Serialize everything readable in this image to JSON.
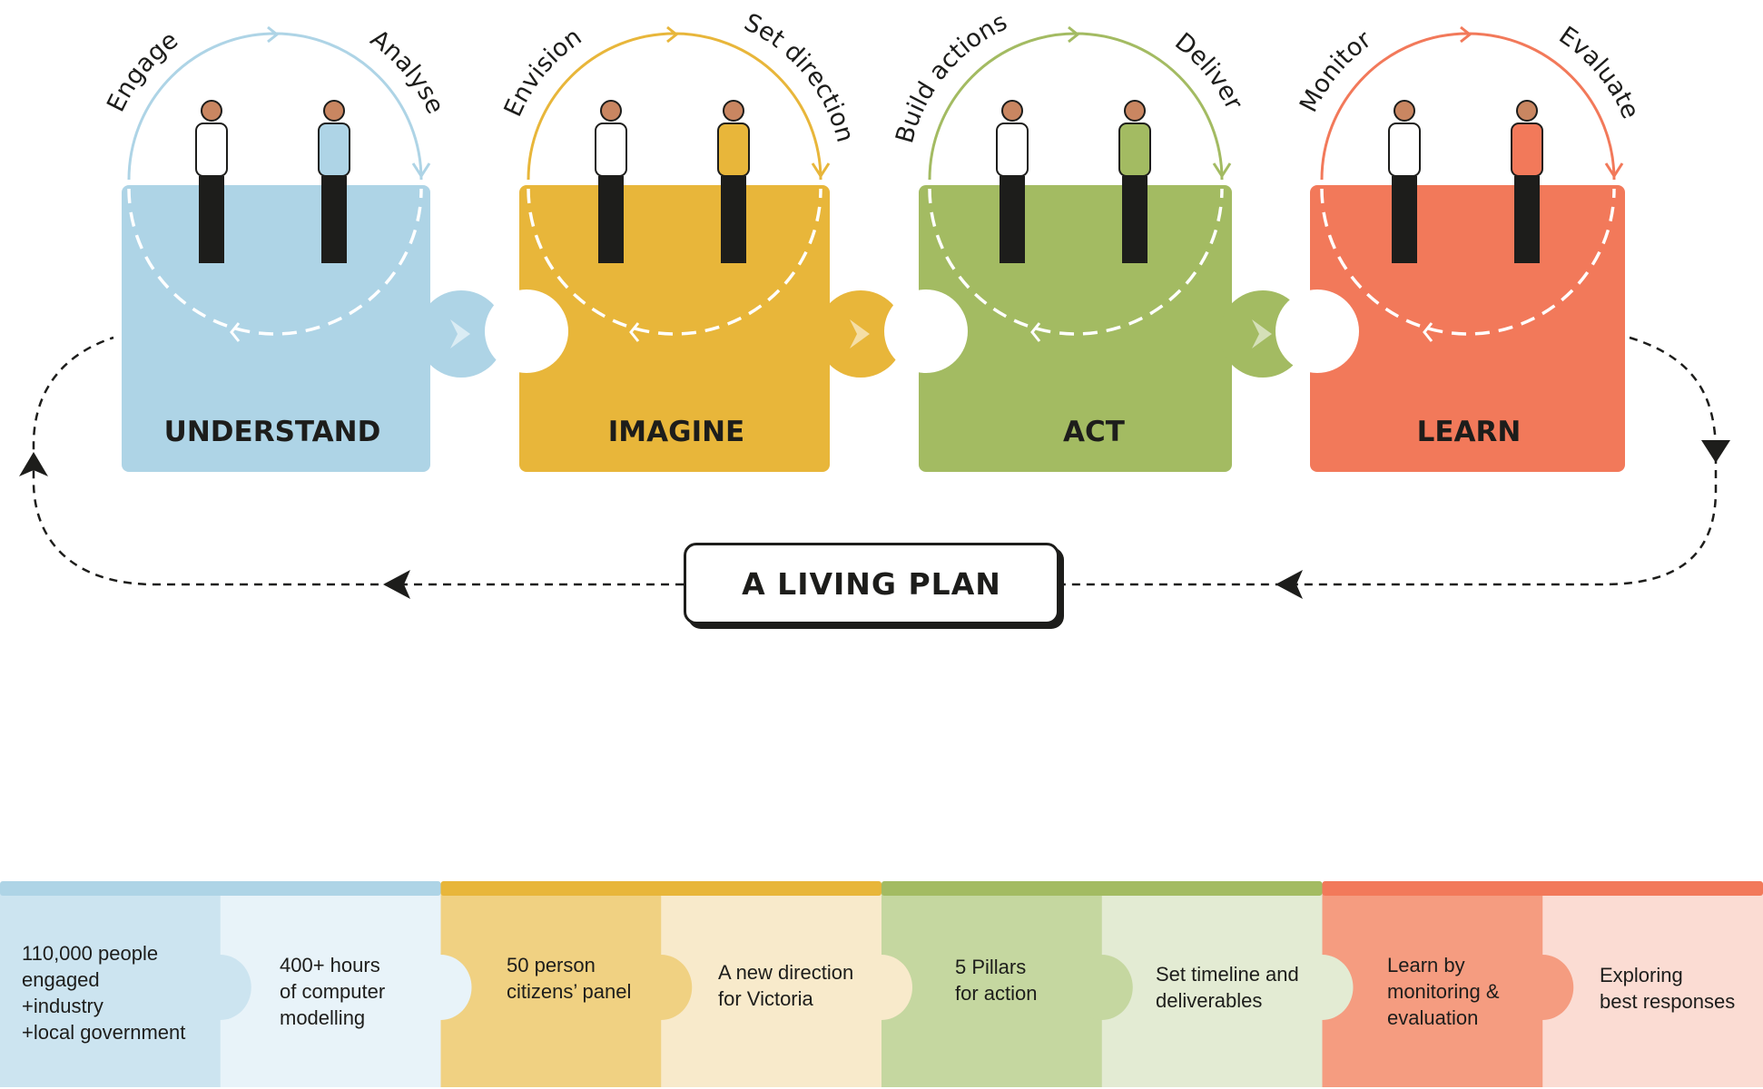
{
  "stages": [
    {
      "title": "UNDERSTAND",
      "left_step": "Engage",
      "right_step": "Analyse",
      "color": "#aed4e6"
    },
    {
      "title": "IMAGINE",
      "left_step": "Envision",
      "right_step": "Set direction",
      "color": "#e8b63a"
    },
    {
      "title": "ACT",
      "left_step": "Build actions",
      "right_step": "Deliver",
      "color": "#a3bb62"
    },
    {
      "title": "LEARN",
      "left_step": "Monitor",
      "right_step": "Evaluate",
      "color": "#f2795a"
    }
  ],
  "center_label": "A LIVING PLAN",
  "bottom_cells": [
    {
      "text": "110,000 people\nengaged\n+industry\n+local government",
      "color": "#cce4f0"
    },
    {
      "text": "400+ hours\nof computer\nmodelling",
      "color": "#e8f3f9"
    },
    {
      "text": "50 person\ncitizens’ panel",
      "color": "#f0d182"
    },
    {
      "text": "A new direction\nfor Victoria",
      "color": "#f8eacb"
    },
    {
      "text": "5 Pillars\nfor action",
      "color": "#c5d7a0"
    },
    {
      "text": "Set timeline and\ndeliverables",
      "color": "#e3ebd3"
    },
    {
      "text": "Learn by\nmonitoring &\nevaluation",
      "color": "#f59c80"
    },
    {
      "text": "Exploring\nbest responses",
      "color": "#fbdcd3"
    }
  ]
}
